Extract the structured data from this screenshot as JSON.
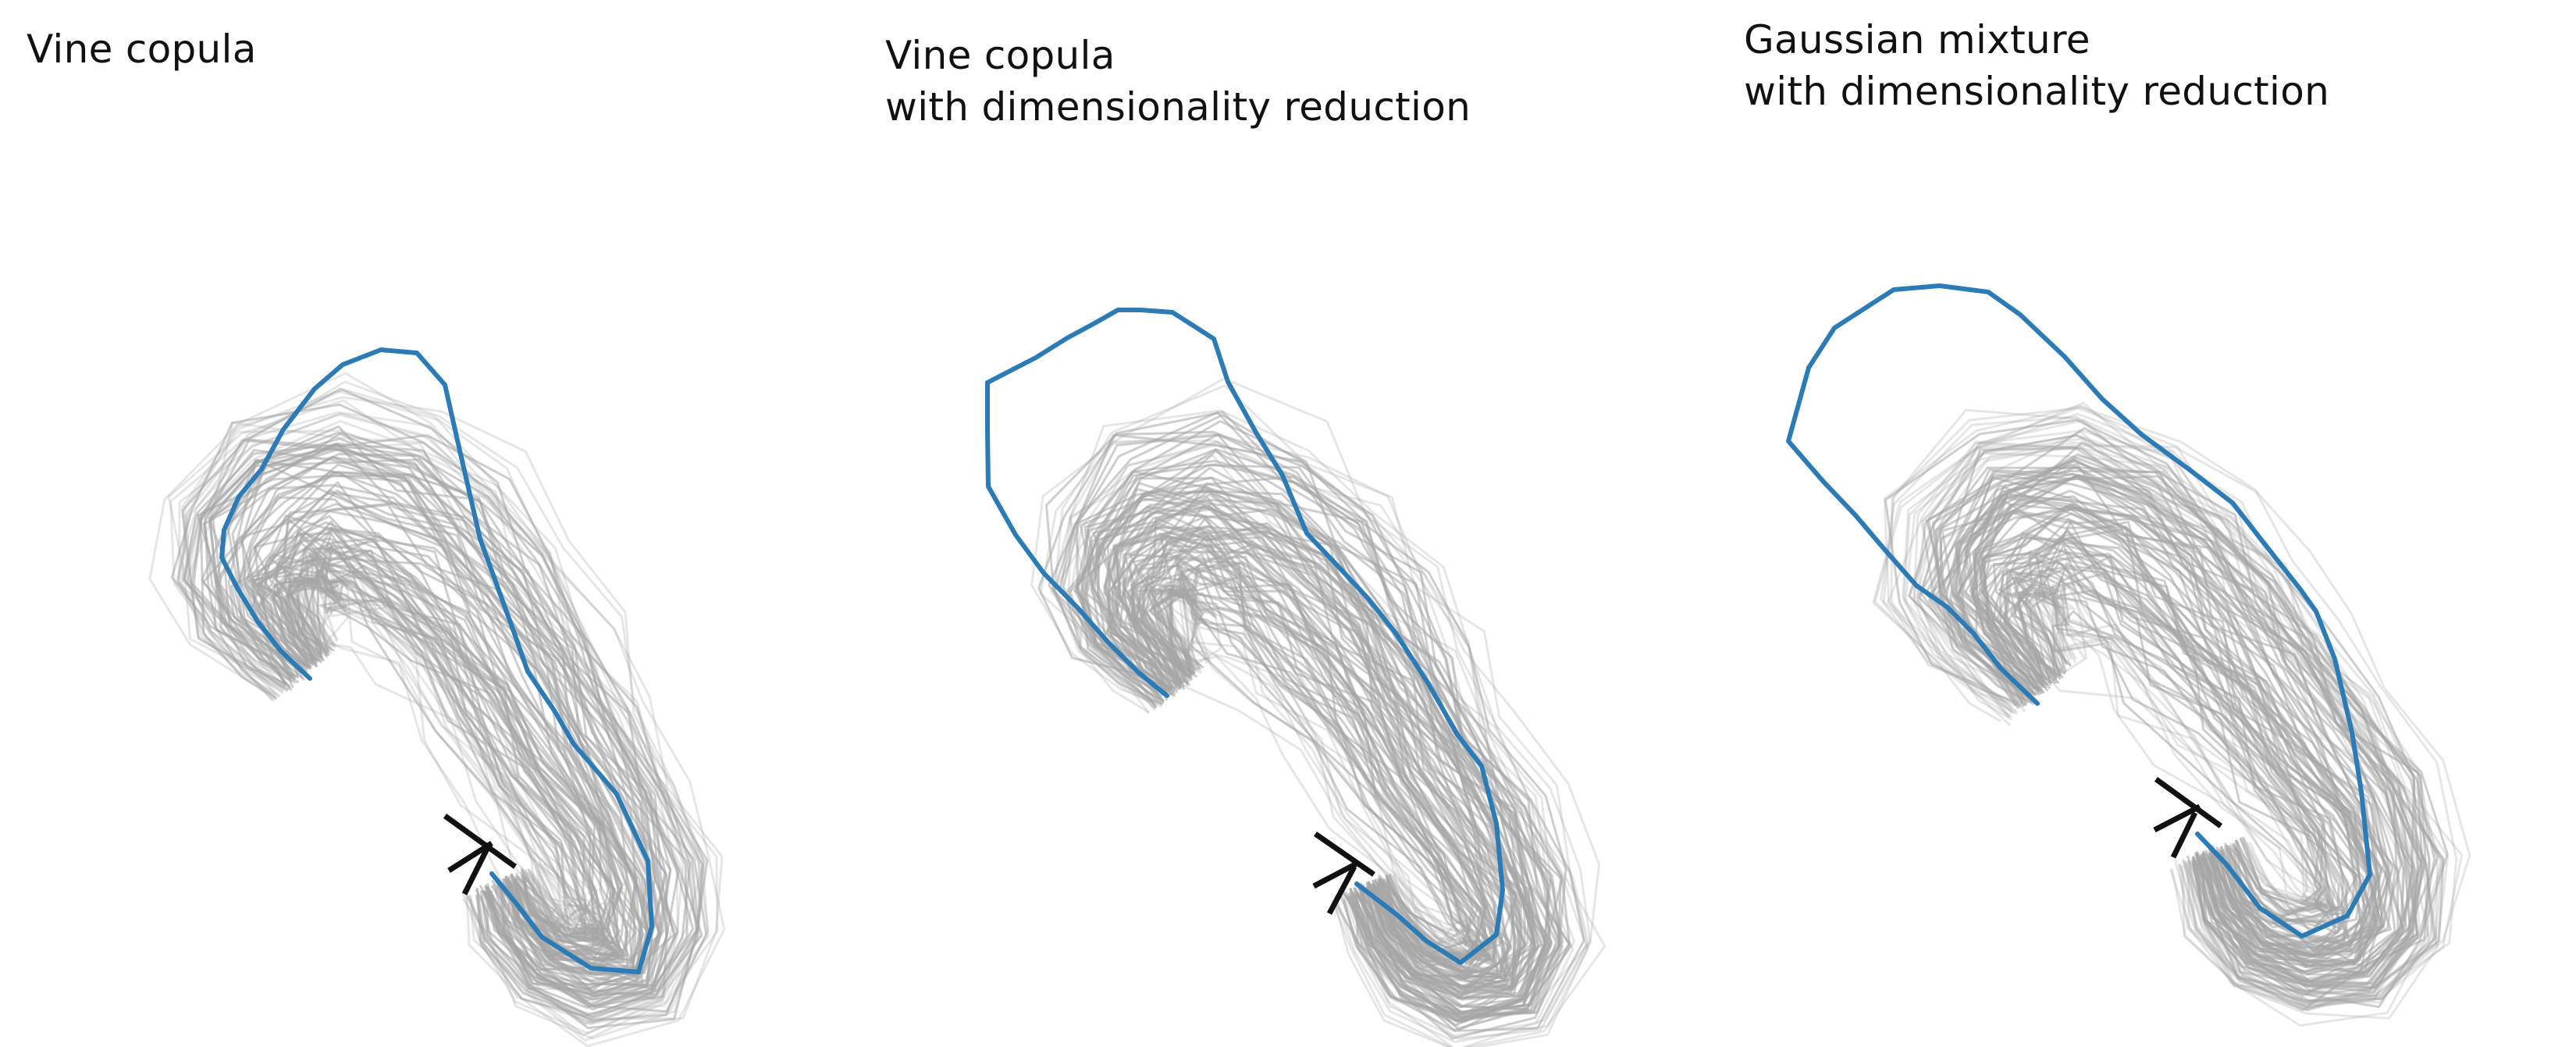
{
  "figure": {
    "panels": [
      {
        "id": "vine-copula",
        "title": "Vine copula",
        "bundle_color": "#a6a6a6",
        "highlight_color": "#2b7bb6",
        "anchor_marker_color": "#111111",
        "curve_count": 110
      },
      {
        "id": "vine-copula-dr",
        "title": "Vine copula\nwith dimensionality reduction",
        "bundle_color": "#a6a6a6",
        "highlight_color": "#2b7bb6",
        "anchor_marker_color": "#111111",
        "curve_count": 110
      },
      {
        "id": "gaussian-mixture-dr",
        "title": "Gaussian mixture\nwith dimensionality reduction",
        "bundle_color": "#a6a6a6",
        "highlight_color": "#2b7bb6",
        "anchor_marker_color": "#111111",
        "curve_count": 110
      }
    ]
  }
}
